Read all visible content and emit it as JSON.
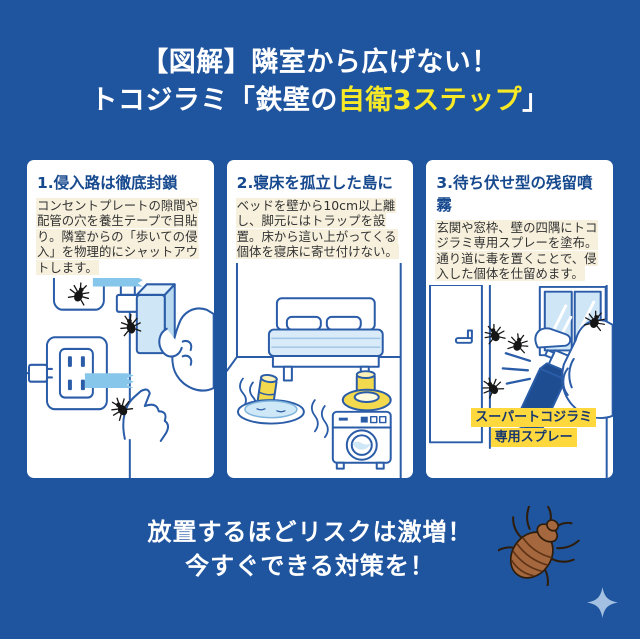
{
  "poster": {
    "title": {
      "line1": "【図解】隣室から広げない！",
      "line2_prefix": "トコジラミ「鉄壁の",
      "line2_accent": "自衛3ステップ",
      "line2_suffix": "」"
    },
    "steps": [
      {
        "title": "1.侵入路は徹底封鎖",
        "body": "コンセントプレートの隙間や配管の穴を養生テープで目貼り。隣室からの「歩いての侵入」を物理的にシャットアウトします。"
      },
      {
        "title": "2.寝床を孤立した島に",
        "body": "ベッドを壁から10cm以上離し、脚元にはトラップを設置。床から這い上がってくる個体を寝床に寄せ付けない。"
      },
      {
        "title": "3.待ち伏せ型の残留噴霧",
        "body": "玄関や窓枠、壁の四隅にトコジラミ専用スプレーを塗布。通り道に毒を置くことで、侵入した個体を仕留めます。"
      }
    ],
    "spray_label": {
      "line1": "スーパートコジラミ",
      "line2": "専用スプレー"
    },
    "footer": {
      "line1": "放置するほどリスクは激増！",
      "line2": "今すぐできる対策を！"
    },
    "icons": {
      "card1_art": "outlet-sealing-illustration",
      "card2_art": "isolated-bed-illustration",
      "card3_art": "residual-spray-illustration",
      "mini_bug": "bedbug-silhouette",
      "big_bug": "bedbug-illustration",
      "sparkle": "four-point-sparkle"
    },
    "colors": {
      "background": "#1f549e",
      "accent_yellow": "#f7e926",
      "card_title_blue": "#17498f",
      "body_highlight": "#f6f0dd",
      "lineart_blue": "#2a5ca8",
      "tape_blue": "#85c6ea",
      "pale_blue_fill": "#cfe6f7",
      "trap_yellow": "#f3d94e",
      "label_yellow": "#ffd83e",
      "spray_navy": "#1e4e91",
      "bug_brown": "#a5673d",
      "sparkle_blue": "#a3c0e2"
    }
  }
}
